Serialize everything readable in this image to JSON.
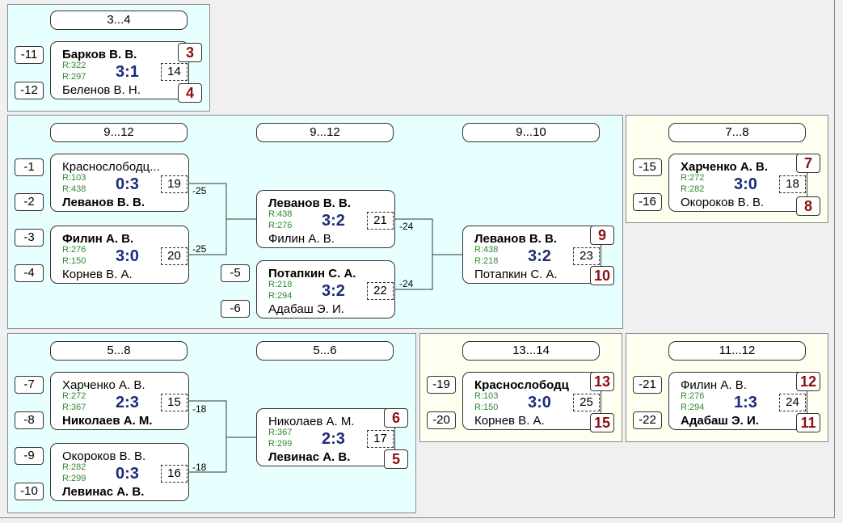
{
  "sections": {
    "s34": {
      "headers": [
        "3...4"
      ]
    },
    "s912": {
      "headers": [
        "9...12",
        "9...12",
        "9...10"
      ]
    },
    "s78": {
      "headers": [
        "7...8"
      ]
    },
    "s58": {
      "headers": [
        "5...8",
        "5...6"
      ]
    },
    "s1314": {
      "headers": [
        "13...14"
      ]
    },
    "s1112": {
      "headers": [
        "11...12"
      ]
    }
  },
  "seeds": {
    "s34": [
      "-11",
      "-12"
    ],
    "s912": [
      "-1",
      "-2",
      "-3",
      "-4",
      "-5",
      "-6"
    ],
    "s78": [
      "-15",
      "-16"
    ],
    "s58": [
      "-7",
      "-8",
      "-9",
      "-10"
    ],
    "s1314": [
      "-19",
      "-20"
    ],
    "s1112": [
      "-21",
      "-22"
    ]
  },
  "matches": {
    "m14": {
      "p1": "Барков В. В.",
      "p2": "Беленов В. Н.",
      "r1": "R:322",
      "r2": "R:297",
      "score": "3:1",
      "num": "14"
    },
    "m19": {
      "p1": "Краснослободц...",
      "p2": "Леванов В. В.",
      "r1": "R:103",
      "r2": "R:438",
      "score": "0:3",
      "num": "19"
    },
    "m20": {
      "p1": "Филин А. В.",
      "p2": "Корнев В. А.",
      "r1": "R:276",
      "r2": "R:150",
      "score": "3:0",
      "num": "20"
    },
    "m21": {
      "p1": "Леванов В. В.",
      "p2": "Филин А. В.",
      "r1": "R:438",
      "r2": "R:276",
      "score": "3:2",
      "num": "21"
    },
    "m22": {
      "p1": "Потапкин С. А.",
      "p2": "Адабаш Э. И.",
      "r1": "R:218",
      "r2": "R:294",
      "score": "3:2",
      "num": "22"
    },
    "m23": {
      "p1": "Леванов В. В.",
      "p2": "Потапкин С. А.",
      "r1": "R:438",
      "r2": "R:218",
      "score": "3:2",
      "num": "23"
    },
    "m18": {
      "p1": "Харченко А. В.",
      "p2": "Окороков В. В.",
      "r1": "R:272",
      "r2": "R:282",
      "score": "3:0",
      "num": "18"
    },
    "m15": {
      "p1": "Харченко А. В.",
      "p2": "Николаев А. М.",
      "r1": "R:272",
      "r2": "R:367",
      "score": "2:3",
      "num": "15"
    },
    "m16": {
      "p1": "Окороков В. В.",
      "p2": "Левинас А. В.",
      "r1": "R:282",
      "r2": "R:299",
      "score": "0:3",
      "num": "16"
    },
    "m17": {
      "p1": "Николаев А. М.",
      "p2": "Левинас А. В.",
      "r1": "R:367",
      "r2": "R:299",
      "score": "2:3",
      "num": "17"
    },
    "m25": {
      "p1": "Краснослободц",
      "p2": "Корнев В. А.",
      "r1": "R:103",
      "r2": "R:150",
      "score": "3:0",
      "num": "25"
    },
    "m24": {
      "p1": "Филин А. В.",
      "p2": "Адабаш Э. И.",
      "r1": "R:276",
      "r2": "R:294",
      "score": "1:3",
      "num": "24"
    }
  },
  "places": {
    "m14": [
      "3",
      "4"
    ],
    "m23": [
      "9",
      "10"
    ],
    "m18": [
      "7",
      "8"
    ],
    "m17": [
      "6",
      "5"
    ],
    "m25": [
      "13",
      "15"
    ],
    "m24": [
      "12",
      "11"
    ]
  },
  "loser_labels": {
    "m19": "-25",
    "m20": "-25",
    "m21": "-24",
    "m22": "-24",
    "m15": "-18",
    "m16": "-18"
  },
  "colors": {
    "panel_blue": "#e8ffff",
    "panel_yellow": "#fffff0",
    "score": "#1c2c7a",
    "place": "#8b1010",
    "rating": "#2e8b2e"
  }
}
